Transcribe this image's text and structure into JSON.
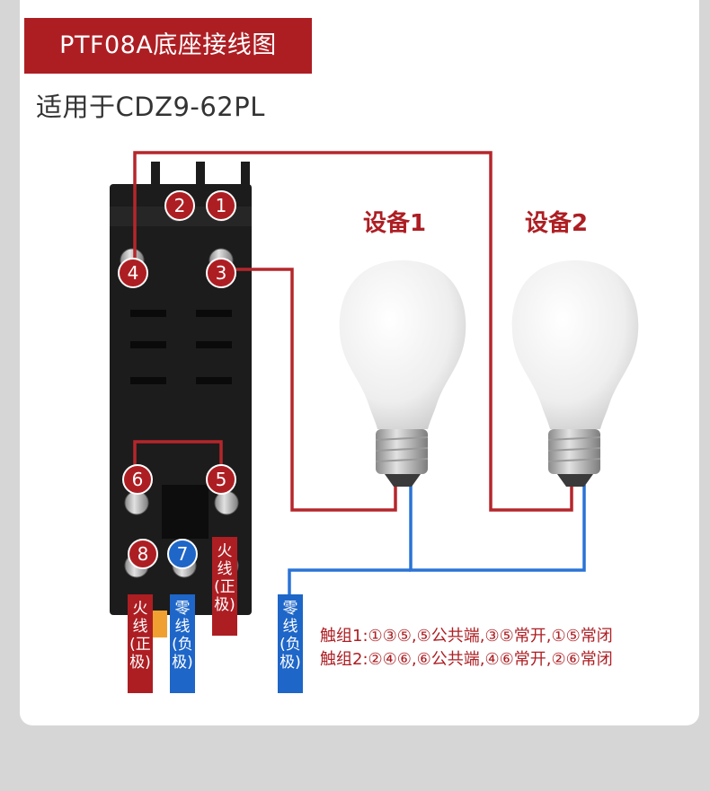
{
  "title": "PTF08A底座接线图",
  "subtitle": "适用于CDZ9-62PL",
  "devices": {
    "device1": "设备1",
    "device2": "设备2"
  },
  "terminals": {
    "t1": "1",
    "t2": "2",
    "t3": "3",
    "t4": "4",
    "t5": "5",
    "t6": "6",
    "t7": "7",
    "t8": "8"
  },
  "tags": {
    "live_5": "火线(正极)",
    "live_8": "火线(正极)",
    "neutral_7": "零线(负极)",
    "neutral_bulbs": "零线(负极)"
  },
  "notes": {
    "group1": "触组1:①③⑤,⑤公共端,③⑤常开,①⑤常闭",
    "group2": "触组2:②④⑥,⑥公共端,④⑥常开,②⑥常闭"
  },
  "colors": {
    "accent_red": "#ad1e23",
    "wire_red": "#b5262b",
    "wire_blue": "#2a73d6",
    "base_black": "#1c1c1c",
    "card_bg": "#ffffff",
    "page_bg": "#d6d6d6"
  }
}
